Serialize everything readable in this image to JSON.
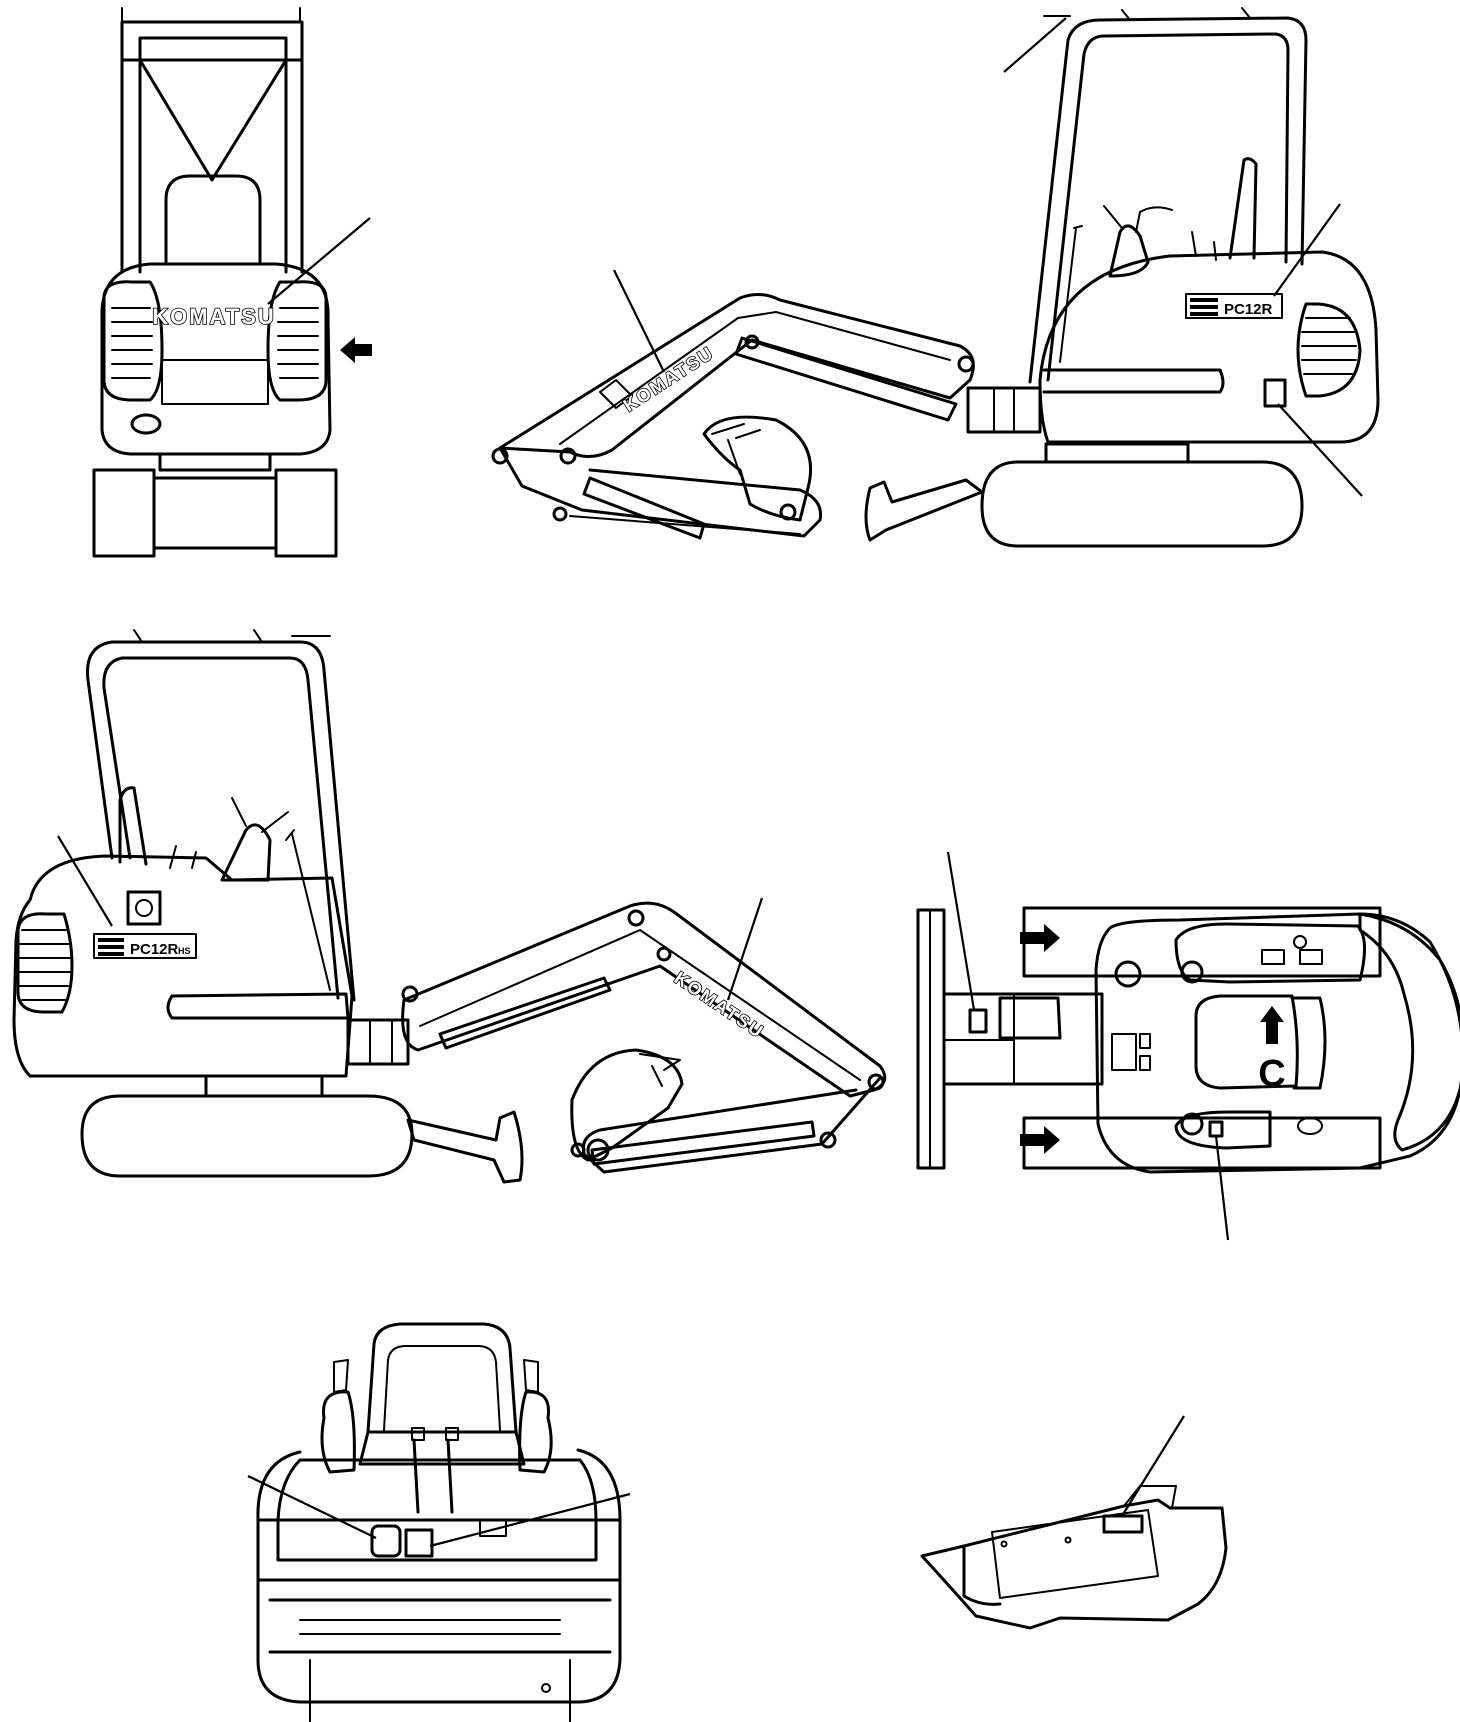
{
  "brand_decal": "KOMATSU",
  "model_decal": "PC12R",
  "model_suffix": "HS",
  "view_label": "C"
}
